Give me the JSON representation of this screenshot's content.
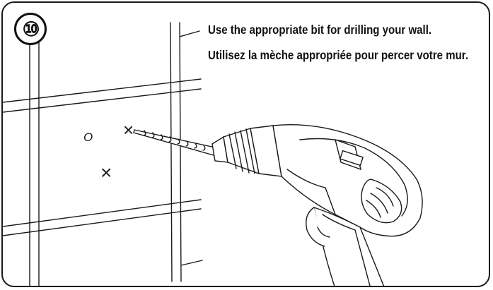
{
  "step": {
    "number": "⑩"
  },
  "instructions": {
    "english": "Use the appropriate bit for drilling your wall.",
    "french": "Utilisez la mèche appropriée pour percer votre mur."
  },
  "illustration": {
    "hole_mark_circle": "O",
    "hole_mark_cross": "×",
    "line_color": "#1a1a1a"
  }
}
